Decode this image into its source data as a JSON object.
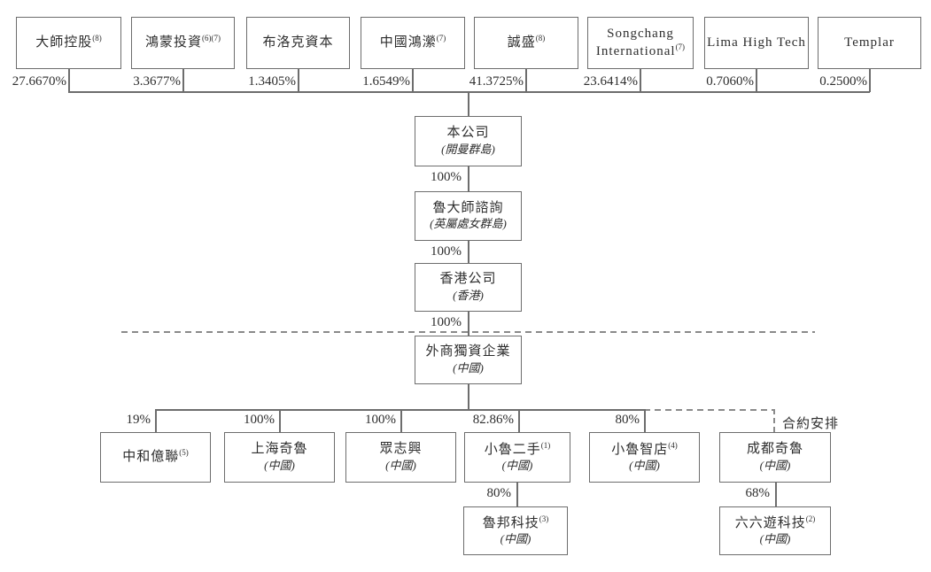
{
  "diagram": {
    "top_shareholders": [
      {
        "name": "大師控股",
        "note": "(8)",
        "pct": "27.6670%"
      },
      {
        "name": "鴻蒙投資",
        "note": "(6)(7)",
        "pct": "3.3677%"
      },
      {
        "name": "布洛克資本",
        "note": "",
        "pct": "1.3405%"
      },
      {
        "name": "中國鴻瀠",
        "note": "(7)",
        "pct": "1.6549%"
      },
      {
        "name": "誠盛",
        "note": "(8)",
        "pct": "41.3725%"
      },
      {
        "name": "Songchang International",
        "note": "(7)",
        "pct": "23.6414%"
      },
      {
        "name": "Lima High Tech",
        "note": "",
        "pct": "0.7060%"
      },
      {
        "name": "Templar",
        "note": "",
        "pct": "0.2500%"
      }
    ],
    "chain": [
      {
        "name": "本公司",
        "place": "(開曼群島)",
        "pct": ""
      },
      {
        "name": "魯大師諮詢",
        "place": "(英屬處女群島)",
        "pct": "100%"
      },
      {
        "name": "香港公司",
        "place": "(香港)",
        "pct": "100%"
      },
      {
        "name": "外商獨資企業",
        "place": "(中國)",
        "pct": "100%"
      }
    ],
    "level2": [
      {
        "name": "中和億聯",
        "note": "(5)",
        "place": "",
        "pct": "19%"
      },
      {
        "name": "上海奇魯",
        "note": "",
        "place": "(中國)",
        "pct": "100%"
      },
      {
        "name": "眾志興",
        "note": "",
        "place": "(中國)",
        "pct": "100%"
      },
      {
        "name": "小魯二手",
        "note": "(1)",
        "place": "(中國)",
        "pct": "82.86%"
      },
      {
        "name": "小魯智店",
        "note": "(4)",
        "place": "(中國)",
        "pct": "80%"
      },
      {
        "name": "成都奇魯",
        "note": "",
        "place": "(中國)",
        "pct": ""
      }
    ],
    "level3": [
      {
        "name": "魯邦科技",
        "note": "(3)",
        "place": "(中國)",
        "pct": "80%"
      },
      {
        "name": "六六遊科技",
        "note": "(2)",
        "place": "(中國)",
        "pct": "68%"
      }
    ],
    "labels": {
      "contract": "合約安排"
    }
  }
}
